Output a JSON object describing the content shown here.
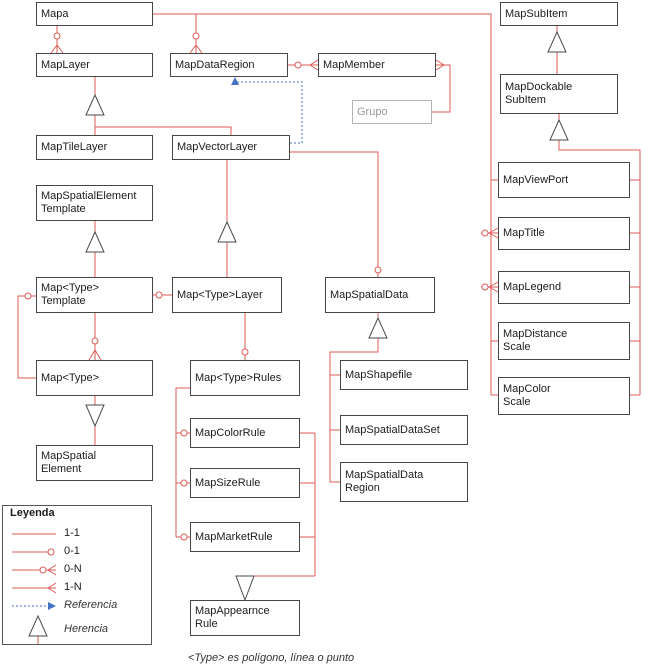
{
  "caption": "<Type> es polígono, línea o punto",
  "colors": {
    "relation_red": "#dd5a55",
    "reference_blue": "#4472c4",
    "inheritance_outline": "#4a4a4a",
    "box_border": "#464646",
    "muted_gray": "#9a9a9a"
  },
  "legend": {
    "title": "Leyenda",
    "items": [
      {
        "symbol": "plain-line",
        "label": "1-1"
      },
      {
        "symbol": "circle-line",
        "label": "0-1"
      },
      {
        "symbol": "circle-crowfoot-line",
        "label": "0-N"
      },
      {
        "symbol": "crowfoot-line",
        "label": "1-N"
      },
      {
        "symbol": "dashed-blue-arrow",
        "label": "Referencia"
      },
      {
        "symbol": "hollow-triangle",
        "label": "Herencia"
      }
    ]
  },
  "diagram": {
    "nodes": {
      "mapa": {
        "label": "Mapa"
      },
      "map_layer": {
        "label": "MapLayer"
      },
      "map_data_region": {
        "label": "MapDataRegion"
      },
      "map_member": {
        "label": "MapMember"
      },
      "grupo": {
        "label": "Grupo"
      },
      "map_tile_layer": {
        "label": "MapTileLayer"
      },
      "map_vector_layer": {
        "label": "MapVectorLayer"
      },
      "map_spatial_element_template": {
        "label": "MapSpatialElement\nTemplate"
      },
      "map_type_template": {
        "label": "Map<Type>\nTemplate"
      },
      "map_type_layer": {
        "label": "Map<Type>Layer"
      },
      "map_spatial_data": {
        "label": "MapSpatialData"
      },
      "map_type": {
        "label": "Map<Type>"
      },
      "map_type_rules": {
        "label": "Map<Type>Rules"
      },
      "map_shapefile": {
        "label": "MapShapefile"
      },
      "map_color_rule": {
        "label": "MapColorRule"
      },
      "map_spatial_data_set": {
        "label": "MapSpatialDataSet"
      },
      "map_size_rule": {
        "label": "MapSizeRule"
      },
      "map_spatial_data_region": {
        "label": "MapSpatialData\nRegion"
      },
      "map_market_rule": {
        "label": "MapMarketRule"
      },
      "map_spatial_element": {
        "label": "MapSpatial\nElement"
      },
      "map_appearnce_rule": {
        "label": "MapAppearnce\nRule"
      },
      "map_sub_item": {
        "label": "MapSubItem"
      },
      "map_dockable_sub_item": {
        "label": "MapDockable\nSubItem"
      },
      "map_view_port": {
        "label": "MapViewPort"
      },
      "map_title": {
        "label": "MapTitle"
      },
      "map_legend": {
        "label": "MapLegend"
      },
      "map_distance_scale": {
        "label": "MapDistance\nScale"
      },
      "map_color_scale": {
        "label": "MapColor\nScale"
      }
    },
    "relations": [
      {
        "from": "Mapa",
        "to": "MapLayer",
        "type": "0-N"
      },
      {
        "from": "Mapa",
        "to": "MapDataRegion",
        "type": "0-N"
      },
      {
        "from": "MapDataRegion",
        "to": "MapMember",
        "type": "0-N"
      },
      {
        "from": "Grupo",
        "to": "MapMember",
        "type": "1-N"
      },
      {
        "from": "MapVectorLayer",
        "to": "MapDataRegion",
        "type": "referencia"
      },
      {
        "from": "MapLayer",
        "to": "MapTileLayer",
        "type": "herencia"
      },
      {
        "from": "MapLayer",
        "to": "MapVectorLayer",
        "type": "herencia"
      },
      {
        "from": "MapVectorLayer",
        "to": "Map<Type>Layer",
        "type": "herencia"
      },
      {
        "from": "MapVectorLayer",
        "to": "MapSpatialData",
        "type": "0-1"
      },
      {
        "from": "MapSpatialElementTemplate",
        "to": "Map<Type>Template",
        "type": "herencia"
      },
      {
        "from": "Map<Type>Layer",
        "to": "Map<Type>Template",
        "type": "0-1"
      },
      {
        "from": "Map<Type>",
        "to": "Map<Type>Template",
        "type": "0-1"
      },
      {
        "from": "Map<Type>Template",
        "to": "Map<Type>",
        "type": "0-N"
      },
      {
        "from": "Map<Type>Layer",
        "to": "Map<Type>Rules",
        "type": "0-1"
      },
      {
        "from": "MapSpatialElement",
        "to": "Map<Type>",
        "type": "herencia"
      },
      {
        "from": "MapSpatialData",
        "to": "MapShapefile",
        "type": "herencia"
      },
      {
        "from": "MapSpatialData",
        "to": "MapSpatialDataSet",
        "type": "herencia"
      },
      {
        "from": "MapSpatialData",
        "to": "MapSpatialDataRegion",
        "type": "herencia"
      },
      {
        "from": "Map<Type>Rules",
        "to": "MapColorRule",
        "type": "0-1"
      },
      {
        "from": "Map<Type>Rules",
        "to": "MapSizeRule",
        "type": "0-1"
      },
      {
        "from": "Map<Type>Rules",
        "to": "MapMarketRule",
        "type": "0-1"
      },
      {
        "from": "MapAppearnceRule",
        "to": "MapColorRule",
        "type": "herencia"
      },
      {
        "from": "MapAppearnceRule",
        "to": "MapSizeRule",
        "type": "herencia"
      },
      {
        "from": "MapAppearnceRule",
        "to": "MapMarketRule",
        "type": "herencia"
      },
      {
        "from": "MapSubItem",
        "to": "MapDockableSubItem",
        "type": "herencia"
      },
      {
        "from": "MapDockableSubItem",
        "to": "MapViewPort",
        "type": "herencia"
      },
      {
        "from": "MapDockableSubItem",
        "to": "MapTitle",
        "type": "herencia"
      },
      {
        "from": "MapDockableSubItem",
        "to": "MapLegend",
        "type": "herencia"
      },
      {
        "from": "MapDockableSubItem",
        "to": "MapDistanceScale",
        "type": "herencia"
      },
      {
        "from": "MapDockableSubItem",
        "to": "MapColorScale",
        "type": "herencia"
      },
      {
        "from": "Mapa",
        "to": "MapViewPort",
        "type": "1-1"
      },
      {
        "from": "Mapa",
        "to": "MapTitle",
        "type": "0-N"
      },
      {
        "from": "Mapa",
        "to": "MapLegend",
        "type": "0-N"
      },
      {
        "from": "Mapa",
        "to": "MapDistanceScale",
        "type": "1-1"
      },
      {
        "from": "Mapa",
        "to": "MapColorScale",
        "type": "1-1"
      }
    ]
  }
}
